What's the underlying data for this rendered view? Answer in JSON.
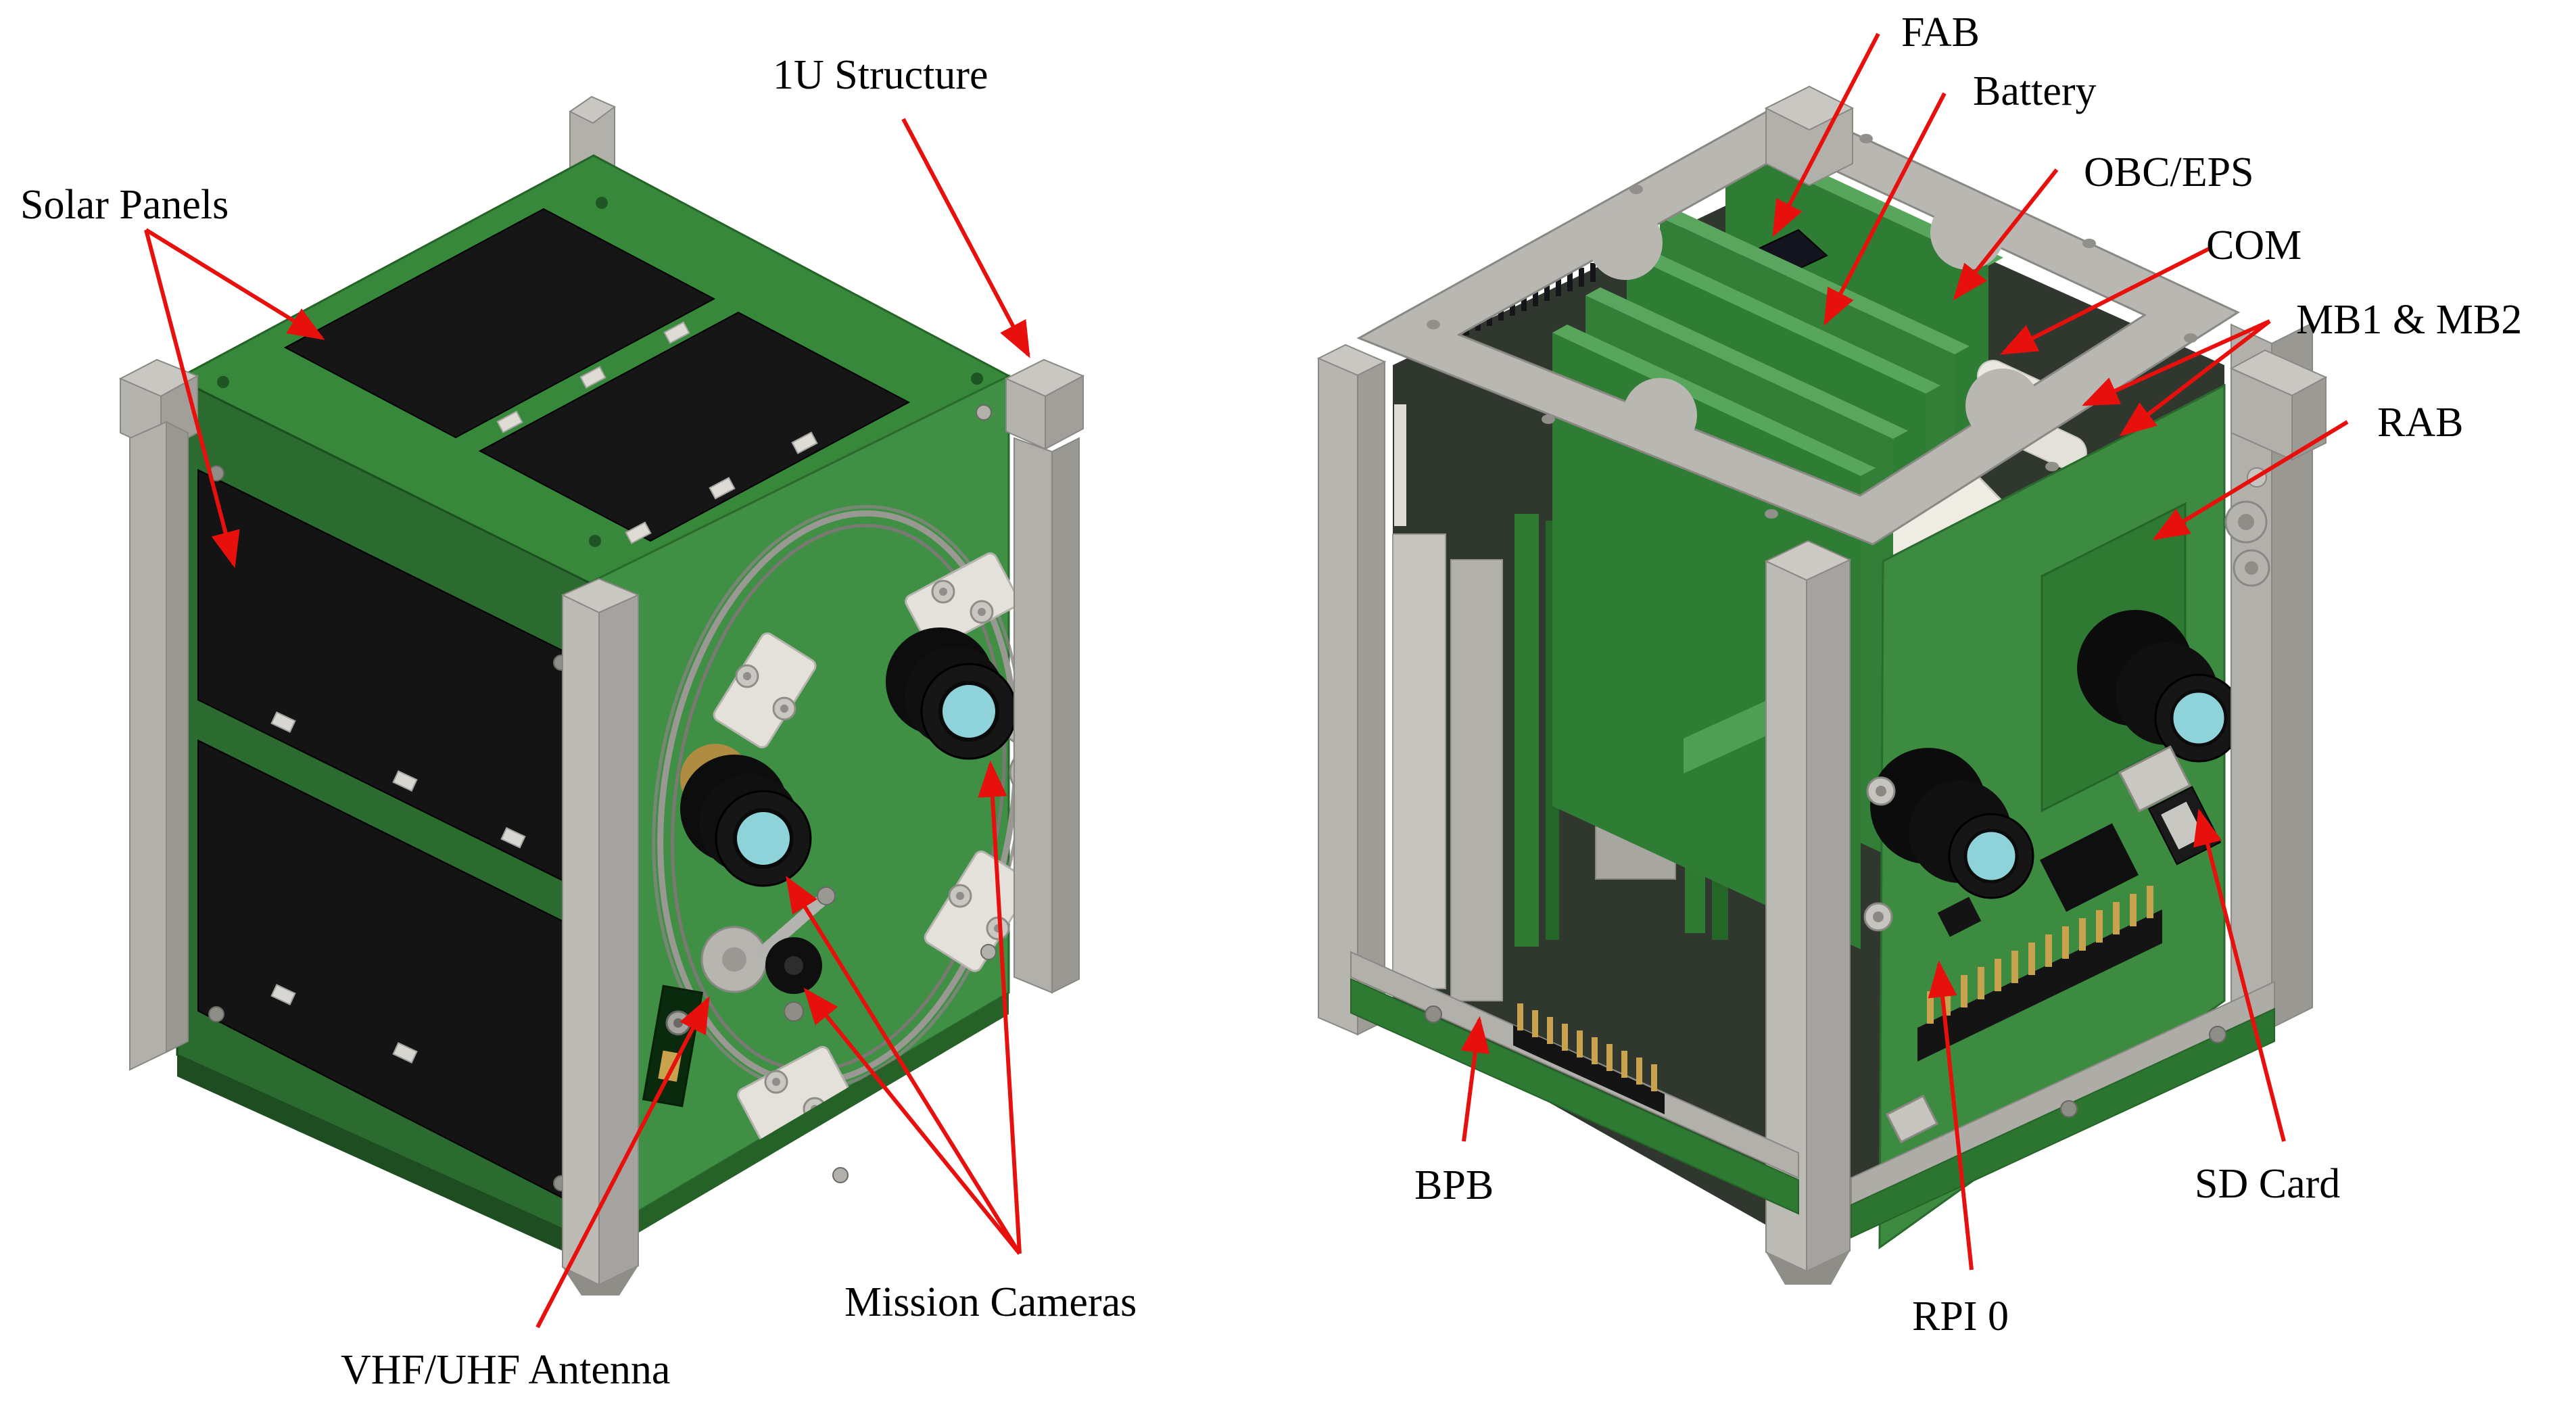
{
  "diagram": {
    "type": "annotated-3d-cad-figure",
    "subject": "1U CubeSat shown in two views: assembled exterior (left) and internal component stack (right)",
    "background_color": "#ffffff",
    "annotation_color": "#e8100c",
    "label_text_color": "#000000",
    "views": [
      {
        "name": "exterior-view",
        "position": "left",
        "labels": [
          "Solar Panels",
          "1U Structure",
          "VHF/UHF Antenna",
          "Mission Cameras"
        ]
      },
      {
        "name": "internal-view",
        "position": "right",
        "labels": [
          "FAB",
          "Battery",
          "OBC/EPS",
          "COM",
          "MB1 & MB2",
          "RAB",
          "BPB",
          "RPI 0",
          "SD Card"
        ]
      }
    ]
  },
  "labels": {
    "solar_panels": "Solar Panels",
    "structure_1u": "1U Structure",
    "vhf_uhf_antenna": "VHF/UHF Antenna",
    "mission_cameras": "Mission Cameras",
    "fab": "FAB",
    "battery": "Battery",
    "obc_eps": "OBC/EPS",
    "com": "COM",
    "mb1_mb2": "MB1 & MB2",
    "rab": "RAB",
    "bpb": "BPB",
    "rpi_0": "RPI 0",
    "sd_card": "SD Card"
  },
  "colors": {
    "pcb_green_top": "#38883c",
    "pcb_green_side": "#2b6b2f",
    "pcb_green_front": "#3f8f44",
    "pcb_green_lit_edge": "#58a65c",
    "solar_panel_black": "#161616",
    "rail_gray": "#b2b0ab",
    "rail_gray_light": "#c9c7c2",
    "rail_gray_dark": "#9a9893",
    "lens_teal": "#8fd3da",
    "gold_connector": "#c9a24e",
    "arrow_red": "#e8100c"
  }
}
